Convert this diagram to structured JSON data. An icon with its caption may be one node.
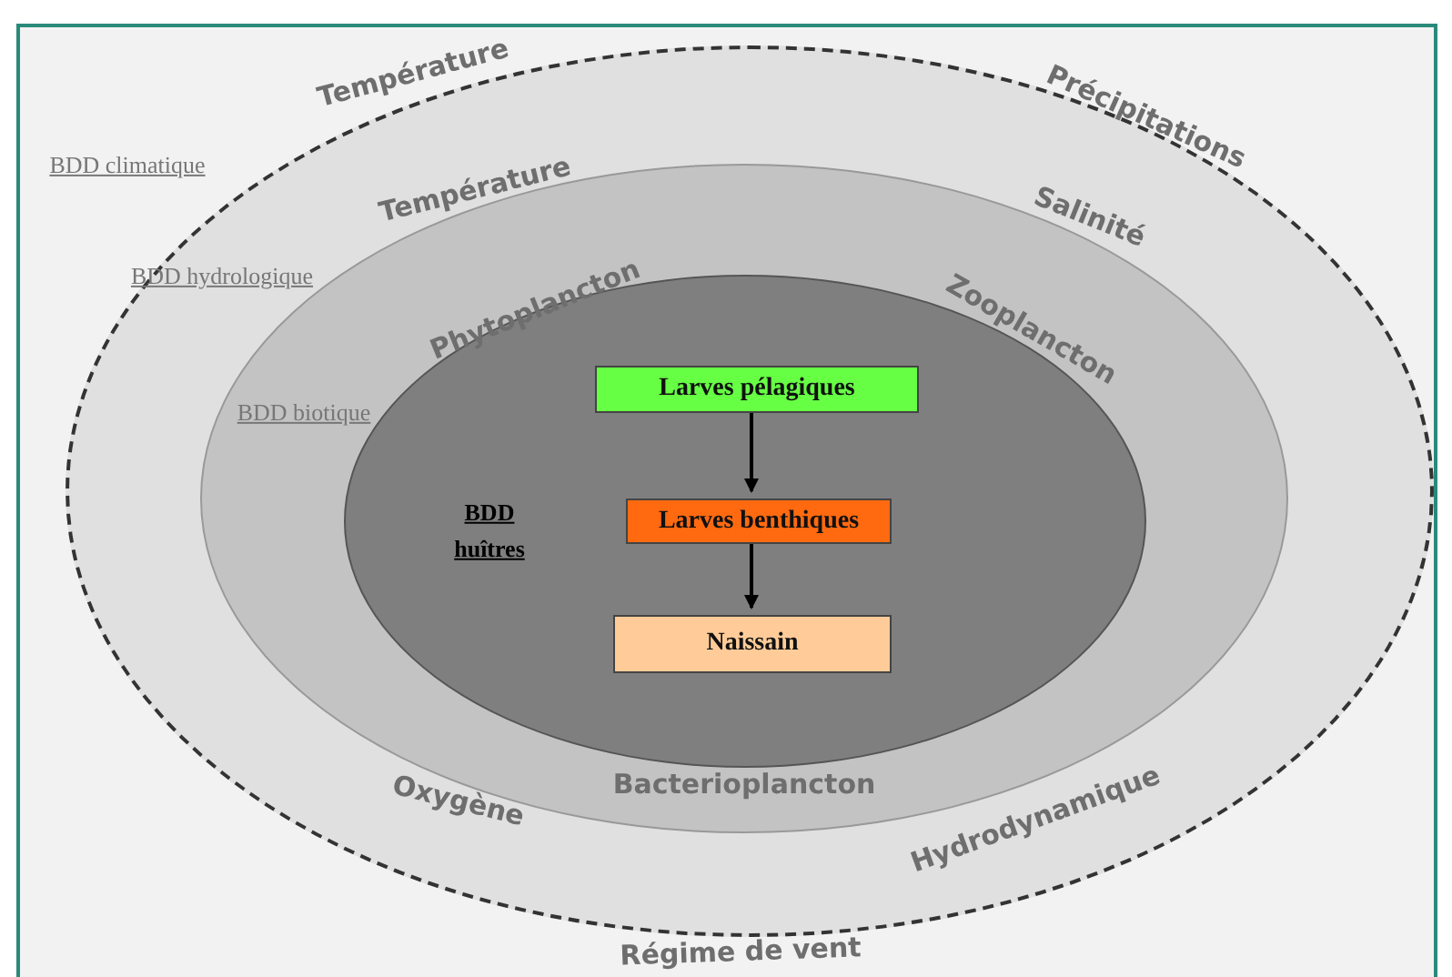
{
  "diagram": {
    "nodes": [
      {
        "text": [
          "Température",
          "Précipitations",
          "Régime de vent"
        ]
      },
      {
        "text": [
          "Température",
          "Salinité",
          "Oxygène",
          "Hydrodynamique",
          "Bacterioplancton"
        ],
        "in": 0
      },
      {
        "text": [
          "Phytoplancton",
          "Zooplancton",
          "BDD huîtres"
        ],
        "in": 1
      },
      {
        "text": [
          "Larves pélagiques"
        ],
        "in": 2
      },
      {
        "text": [
          "Larves benthiques"
        ],
        "in": 2
      },
      {
        "text": [
          "Naissain"
        ],
        "in": 2
      }
    ],
    "edges": [
      {
        "from": 3,
        "to": 4,
        "arrow": "to"
      },
      {
        "from": 4,
        "to": 5,
        "arrow": "to"
      }
    ],
    "labels": [
      "BDD climatique",
      "BDD hydrologique",
      "BDD biotique"
    ]
  }
}
